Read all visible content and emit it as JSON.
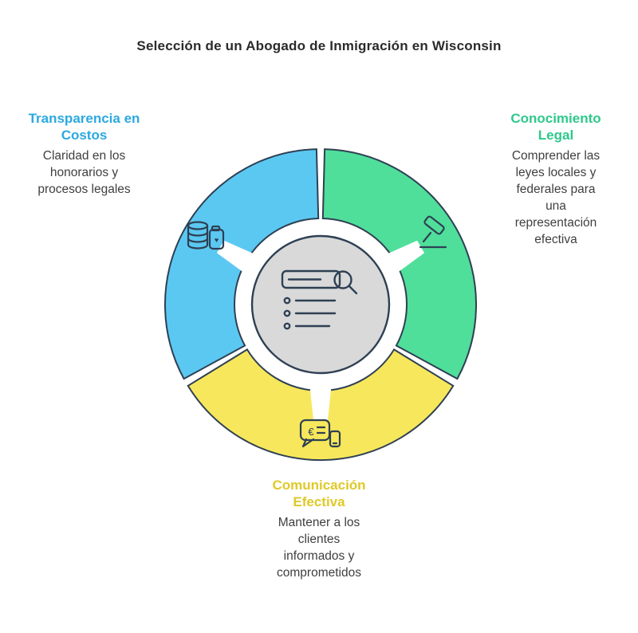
{
  "title": "Selección de un Abogado de Inmigración en Wisconsin",
  "colors": {
    "outline": "#2e4053",
    "background": "#ffffff",
    "center_fill": "#d9d9d9"
  },
  "segments": [
    {
      "id": "transparencia-en-costos",
      "heading": "Transparencia en Costos",
      "body": "Claridad en los honorarios y procesos legales",
      "color": "#5bc8f2",
      "heading_color": "#2ba9e0",
      "icon": "coins-and-jar-icon"
    },
    {
      "id": "conocimiento-legal",
      "heading": "Conocimiento Legal",
      "body": "Comprender las leyes locales y federales para una representación efectiva",
      "color": "#50de9b",
      "heading_color": "#2ec98c",
      "icon": "gavel-icon"
    },
    {
      "id": "comunicacion-efectiva",
      "heading": "Comunicación Efectiva",
      "body": "Mantener a los clientes informados y comprometidos",
      "color": "#f7e75c",
      "heading_color": "#dfc928",
      "icon": "chat-euro-phone-icon"
    }
  ],
  "center": {
    "icon": "document-search-icon"
  },
  "glyphs": {
    "euro": "€",
    "heart": "♥"
  }
}
